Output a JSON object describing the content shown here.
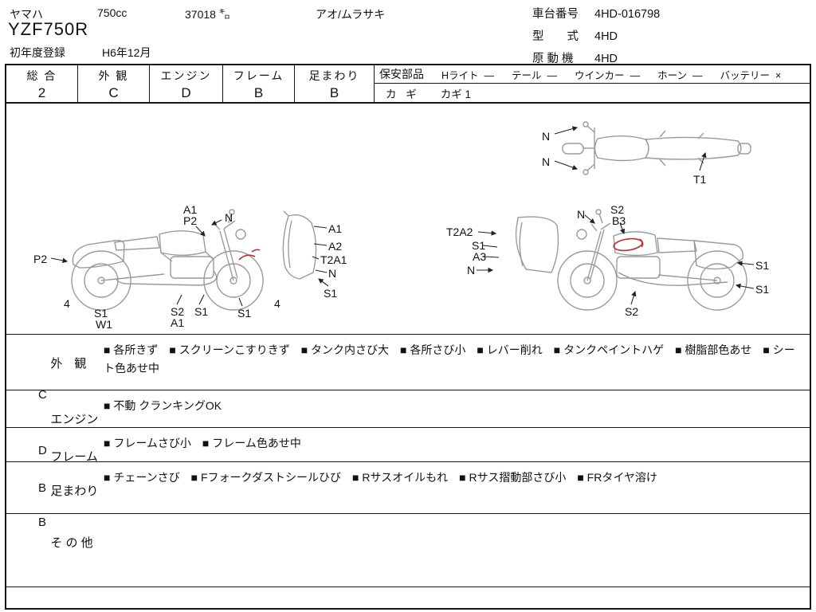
{
  "colors": {
    "ink": "#111111",
    "line_art": "#979ba1",
    "damage_mark": "#c03030"
  },
  "header": {
    "maker": "ヤマハ",
    "displacement": "750cc",
    "mileage": "37018 ㌔",
    "color": "アオ/ムラサキ",
    "model": "YZF750R",
    "first_reg_label": "初年度登録",
    "first_reg_value": "H6年12月",
    "chassis_label": "車台番号",
    "chassis_value": "4HD-016798",
    "model_code_label": "型　　式",
    "model_code_value": "4HD",
    "engine_label": "原 動 機",
    "engine_value": "4HD"
  },
  "grades": [
    {
      "label": "総 合",
      "value": "2"
    },
    {
      "label": "外 観",
      "value": "C"
    },
    {
      "label": "エンジン",
      "value": "D"
    },
    {
      "label": "フレーム",
      "value": "B"
    },
    {
      "label": "足まわり",
      "value": "B"
    }
  ],
  "safety": {
    "title": "保安部品",
    "items": [
      {
        "label": "Hライト",
        "status": "—"
      },
      {
        "label": "テール",
        "status": "—"
      },
      {
        "label": "ウインカー",
        "status": "—"
      },
      {
        "label": "ホーン",
        "status": "—"
      },
      {
        "label": "バッテリー",
        "status": "×"
      }
    ],
    "key_label": "カ ギ",
    "key_value": "カギ 1"
  },
  "diagram": {
    "labels": {
      "tv_n1": "N",
      "tv_n2": "N",
      "tv_t1": "T1",
      "lv_a1": "A1",
      "lv_p2_top": "P2",
      "lv_n": "N",
      "lv_p2_side": "P2",
      "lv_4_l": "4",
      "lv_s1_rear": "S1",
      "lv_w1": "W1",
      "lv_s2": "S2",
      "lv_a1_b": "A1",
      "lv_s1_mid": "S1",
      "lv_s1_front": "S1",
      "lv_4_r": "4",
      "f1_a1": "A1",
      "f1_a2": "A2",
      "f1_t2a1": "T2A1",
      "f1_n": "N",
      "f1_s1": "S1",
      "rv_t2a2": "T2A2",
      "rv_s1_l": "S1",
      "rv_a3": "A3",
      "rv_n_l": "N",
      "rv_n_t": "N",
      "rv_s2_t": "S2",
      "rv_b3": "B3",
      "rv_s1_r1": "S1",
      "rv_s1_r2": "S1",
      "rv_s2_b": "S2"
    }
  },
  "conditions": [
    {
      "label": "外　観",
      "grade": "C",
      "notes": [
        "各所きず",
        "スクリーンこすりきず",
        "タンク内さび大",
        "各所さび小",
        "レバー削れ",
        "タンクペイントハゲ",
        "樹脂部色あせ",
        "シート色あせ中"
      ]
    },
    {
      "label": "エンジン",
      "grade": "D",
      "notes": [
        "不動 クランキングOK"
      ]
    },
    {
      "label": "フレーム",
      "grade": "B",
      "notes": [
        "フレームさび小",
        "フレーム色あせ中"
      ]
    },
    {
      "label": "足まわり",
      "grade": "B",
      "notes": [
        "チェーンさび",
        "Fフォークダストシールひび",
        "Rサスオイルもれ",
        "Rサス摺動部さび小",
        "FRタイヤ溶け"
      ]
    },
    {
      "label": "そ の 他",
      "grade": "",
      "notes": []
    }
  ]
}
